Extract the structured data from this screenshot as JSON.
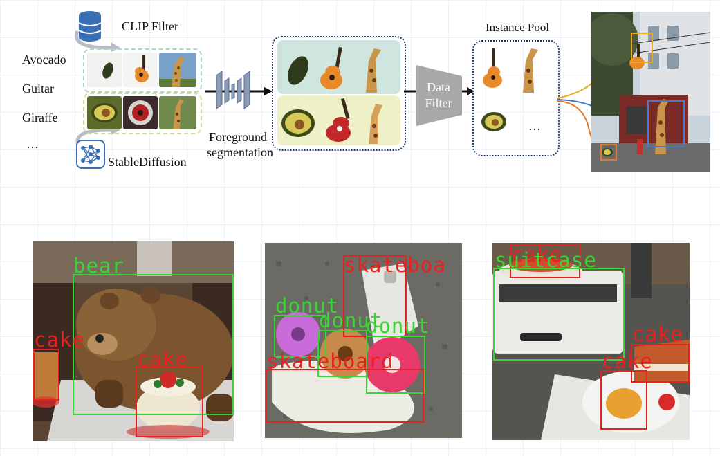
{
  "pipeline": {
    "categories": [
      "Avocado",
      "Guitar",
      "Giraffe",
      "…"
    ],
    "clip_filter_label": "CLIP Filter",
    "stable_diffusion_label": "StableDiffusion",
    "foreground_label_line1": "Foreground",
    "foreground_label_line2": "segmentation",
    "data_filter_line1": "Data",
    "data_filter_line2": "Filter",
    "instance_pool_label": "Instance Pool",
    "instance_pool_more": "…"
  },
  "detections": {
    "panel1": {
      "labels": [
        "bear",
        "cake",
        "cake"
      ],
      "classes": [
        "green",
        "red",
        "red"
      ]
    },
    "panel2": {
      "labels": [
        "skateboa",
        "donut",
        "donut",
        "donut",
        "skateboard"
      ],
      "classes": [
        "red",
        "green",
        "green",
        "green",
        "red"
      ]
    },
    "panel3": {
      "labels": [
        "cake",
        "suitcase",
        "cake",
        "cake"
      ],
      "classes": [
        "red",
        "green",
        "red",
        "red"
      ]
    }
  },
  "colors": {
    "det_red": "#e8211f",
    "det_green": "#39d633",
    "clip_box_border": "#a8d8c8",
    "sd_box_border": "#d8dca0",
    "pipeline_dot_border": "#1f3a6e",
    "seg_top_bg": "#cfe6e0",
    "seg_bottom_bg": "#eef1c8",
    "arrow_orange": "#f0a91c",
    "arrow_blue": "#4a78c8",
    "arrow_rust": "#e07a2b"
  }
}
